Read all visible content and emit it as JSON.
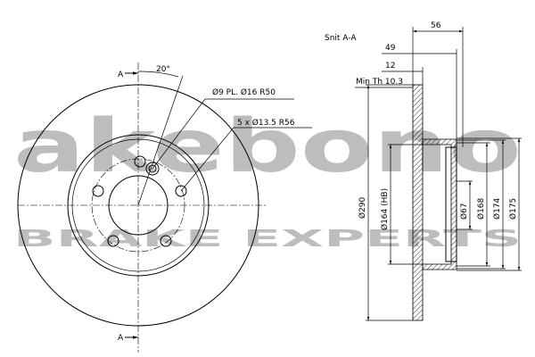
{
  "section_label": "Snit A-A",
  "section_marker": "A",
  "angle_label": "20°",
  "holes_callout": "Ø9 PL. Ø16 R50",
  "bolt_callout": "5 x Ø13.5 R56",
  "dim_56": "56",
  "dim_49": "49",
  "dim_12": "12",
  "min_thickness": "Min Th 10.3",
  "dim_290": "Ø290",
  "dim_164": "Ø164 (HB)",
  "dim_67": "Ø67",
  "dim_168": "Ø168",
  "dim_174": "Ø174",
  "dim_175": "Ø175",
  "watermark_brand": "akebono",
  "watermark_tagline": "BRAKE EXPERTS"
}
